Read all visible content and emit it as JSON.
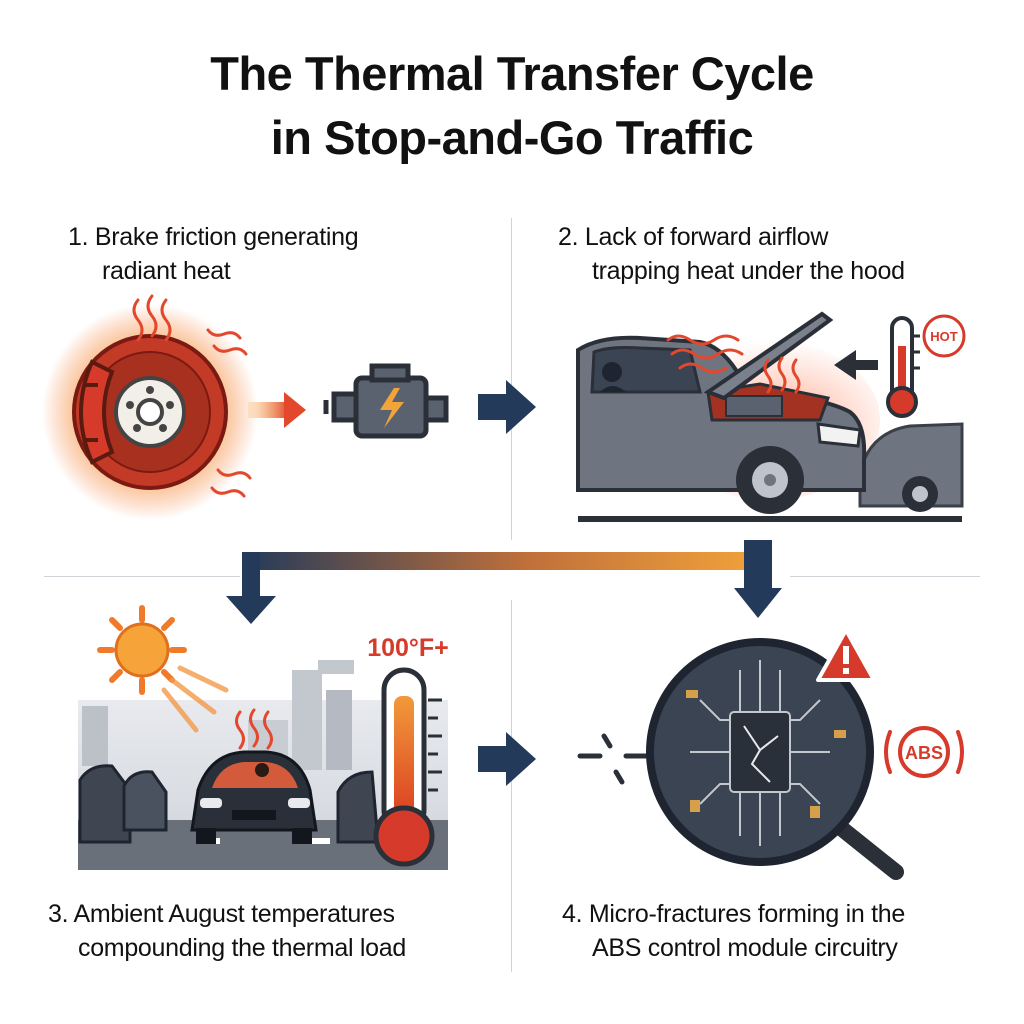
{
  "title": {
    "line1": "The Thermal Transfer Cycle",
    "line2": "in Stop-and-Go Traffic"
  },
  "steps": [
    {
      "line1": "1. Brake friction generating",
      "line2": "radiant heat"
    },
    {
      "line1": "2. Lack of forward airflow",
      "line2": "trapping heat under the hood"
    },
    {
      "line1": "3. Ambient August temperatures",
      "line2": "compounding the thermal load"
    },
    {
      "line1": "4. Micro-fractures forming in the",
      "line2": "ABS control module circuitry"
    }
  ],
  "labels": {
    "hot_badge": "HOT",
    "temperature": "100°F+",
    "abs_light": "ABS"
  },
  "icons": {
    "brake": "brake-disc-icon",
    "engine": "engine-warning-icon",
    "car_hood": "open-hood-car-icon",
    "thermometer": "thermometer-icon",
    "sun": "sun-icon",
    "traffic": "traffic-jam-icon",
    "circuit": "circuit-board-icon",
    "warning": "warning-triangle-icon",
    "abs": "abs-warning-light-icon",
    "magnifier": "magnifying-glass-icon"
  },
  "colors": {
    "heat_red": "#d63a2a",
    "heat_orange": "#f08a2a",
    "navy": "#233a5a",
    "gray": "#5a6270"
  }
}
